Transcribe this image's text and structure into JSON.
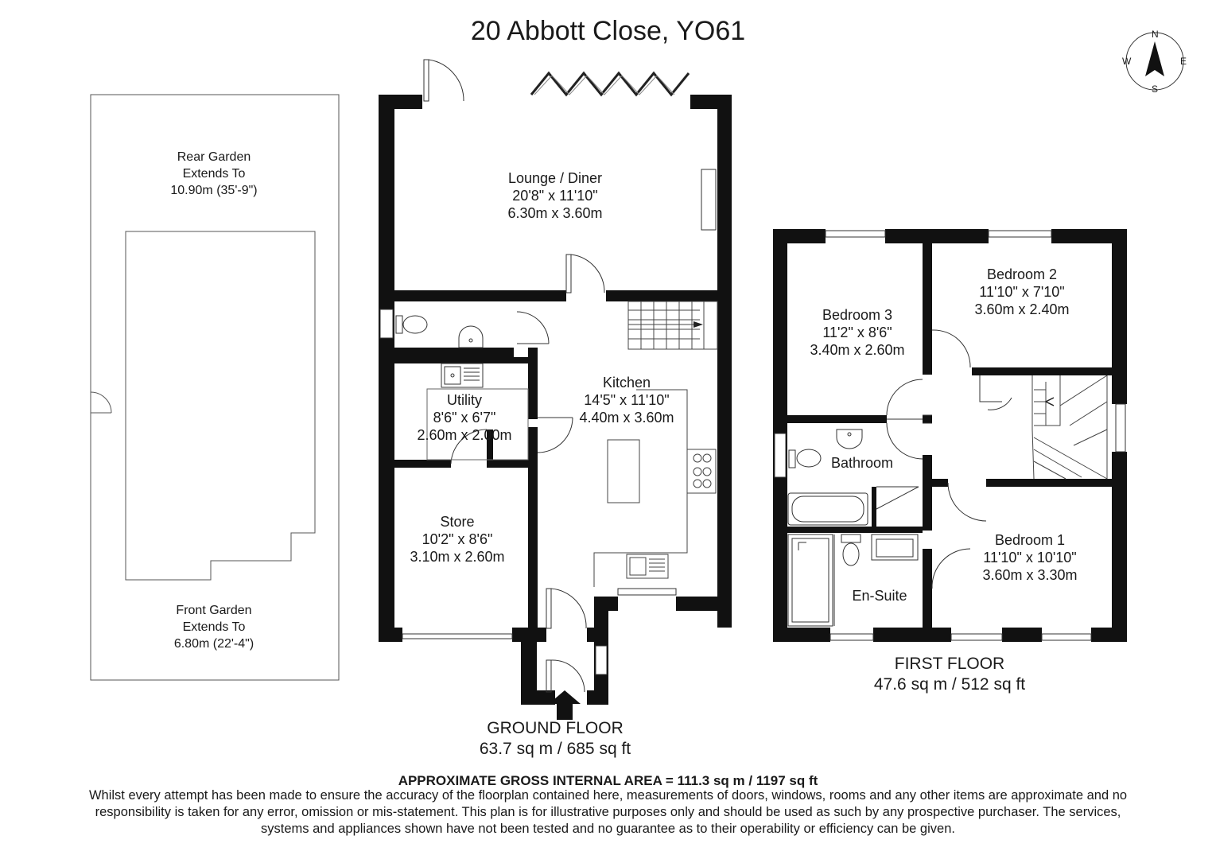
{
  "title": "20 Abbott Close, YO61",
  "compass": {
    "n": "N",
    "s": "S",
    "e": "E",
    "w": "W"
  },
  "garden": {
    "rear": {
      "name": "Rear Garden",
      "line2": "Extends To",
      "size": "10.90m (35'-9\")"
    },
    "front": {
      "name": "Front Garden",
      "line2": "Extends To",
      "size": "6.80m (22'-4\")"
    }
  },
  "ground_floor": {
    "label": "GROUND FLOOR",
    "area": "63.7 sq m / 685 sq ft",
    "rooms": {
      "lounge": {
        "name": "Lounge / Diner",
        "imperial": "20'8\" x 11'10\"",
        "metric": "6.30m x 3.60m"
      },
      "kitchen": {
        "name": "Kitchen",
        "imperial": "14'5\" x 11'10\"",
        "metric": "4.40m x 3.60m"
      },
      "utility": {
        "name": "Utility",
        "imperial": "8'6\" x 6'7\"",
        "metric": "2.60m x 2.00m"
      },
      "store": {
        "name": "Store",
        "imperial": "10'2\" x 8'6\"",
        "metric": "3.10m x 2.60m"
      }
    }
  },
  "first_floor": {
    "label": "FIRST FLOOR",
    "area": "47.6 sq m / 512 sq ft",
    "rooms": {
      "bedroom3": {
        "name": "Bedroom 3",
        "imperial": "11'2\" x 8'6\"",
        "metric": "3.40m x 2.60m"
      },
      "bedroom2": {
        "name": "Bedroom 2",
        "imperial": "11'10\" x 7'10\"",
        "metric": "3.60m x 2.40m"
      },
      "bedroom1": {
        "name": "Bedroom 1",
        "imperial": "11'10\" x 10'10\"",
        "metric": "3.60m x 3.30m"
      },
      "bathroom": {
        "name": "Bathroom"
      },
      "ensuite": {
        "name": "En-Suite"
      }
    }
  },
  "gross_area": "APPROXIMATE GROSS INTERNAL AREA = 111.3 sq m / 1197 sq ft",
  "disclaimer": "Whilst every attempt has been made to ensure the accuracy of the floorplan contained here, measurements of doors, windows, rooms and any other items are approximate and no responsibility is taken for any error, omission or mis-statement. This plan is for illustrative purposes only and should be used as such by any prospective purchaser. The services, systems and appliances shown have not been tested and no guarantee as to their operability or efficiency can be given."
}
